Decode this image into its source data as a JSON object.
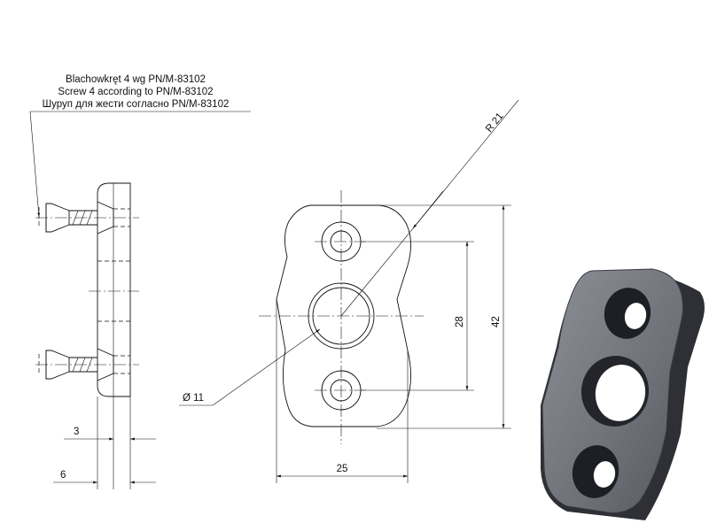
{
  "note": {
    "line_pl": "Blachowkręt 4 wg PN/M-83102",
    "line_en": "Screw 4 according to PN/M-83102",
    "line_ru": "Шуруп для жести согласно PN/M-83102"
  },
  "dimensions": {
    "radius": "R 21",
    "hole_spacing": "28",
    "height": "42",
    "diameter": "Ø 11",
    "width": "25",
    "thickness_small": "3",
    "thickness_large": "6"
  },
  "colors": {
    "line": "#111111",
    "part_face": "#7c7e86",
    "part_edge": "#3a3b42",
    "hole": "#22232a"
  }
}
